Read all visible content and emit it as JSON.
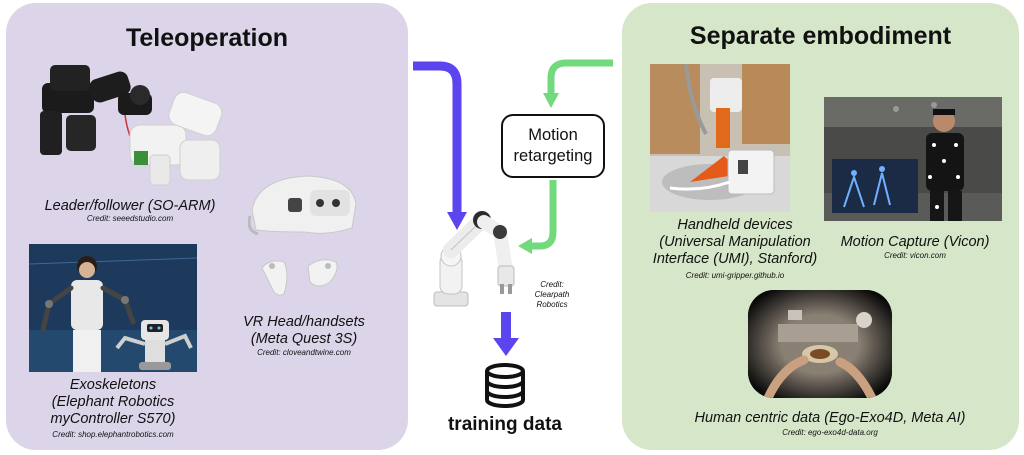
{
  "teleoperation": {
    "title": "Teleoperation",
    "items": [
      {
        "caption": "Leader/follower (SO-ARM)",
        "credit": "Credit: seeedstudio.com"
      },
      {
        "caption_lines": [
          "VR Head/handsets",
          "(Meta Quest 3S)"
        ],
        "credit": "Credit: cloveandtwine.com"
      },
      {
        "caption_lines": [
          "Exoskeletons",
          "(Elephant Robotics",
          "myController S570)"
        ],
        "credit": "Credit: shop.elephantrobotics.com"
      }
    ]
  },
  "center": {
    "motion_retargeting_lines": [
      "Motion",
      "retargeting"
    ],
    "robot_credit_lines": [
      "Credit:",
      "Clearpath",
      "Robotics"
    ],
    "training_data": "training data"
  },
  "separate_embodiment": {
    "title": "Separate embodiment",
    "items": [
      {
        "caption_lines": [
          "Handheld devices",
          "(Universal Manipulation",
          "Interface (UMI), Stanford)"
        ],
        "credit": "Credit: umi-gripper.github.io"
      },
      {
        "caption": "Motion Capture (Vicon)",
        "credit": "Credit: vicon.com"
      },
      {
        "caption": "Human centric data (Ego-Exo4D, Meta AI)",
        "credit": "Credit: ego-exo4d-data.org"
      }
    ]
  },
  "colors": {
    "teleoperation_panel": "#dcd5ea",
    "separate_panel": "#d6e6c9",
    "purple_arrow": "#5b45ef",
    "green_arrow": "#72d97c"
  }
}
